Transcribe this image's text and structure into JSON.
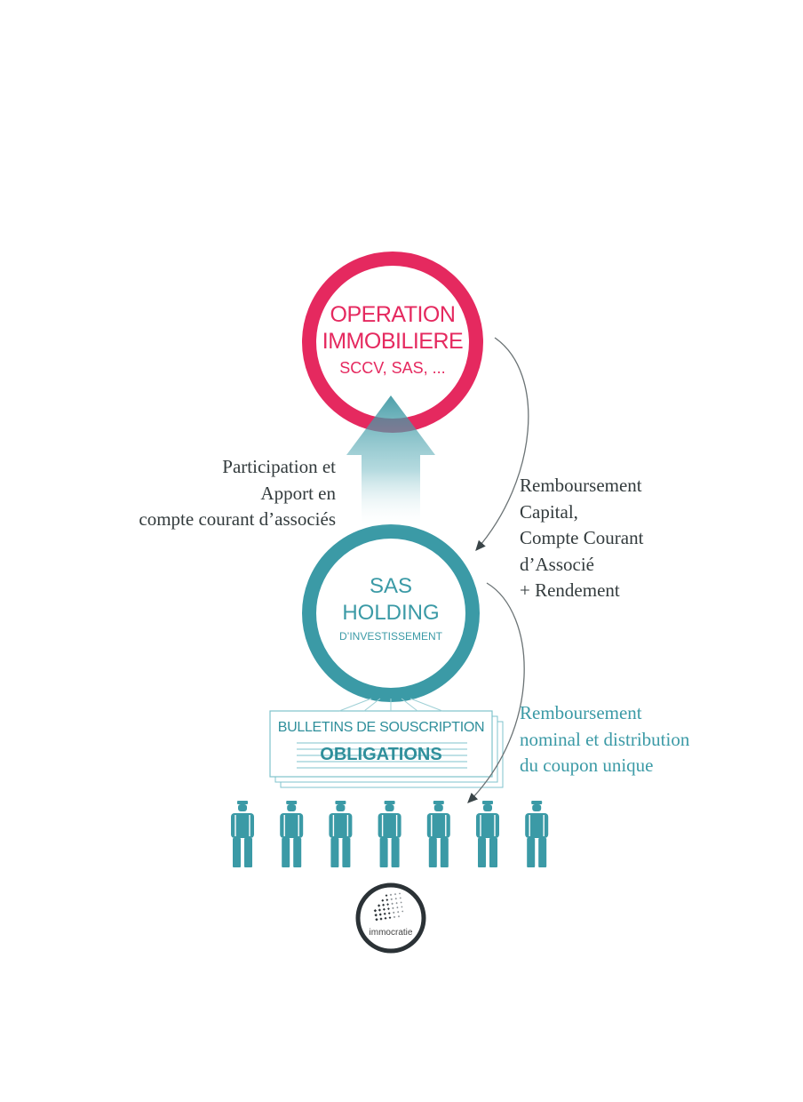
{
  "operation": {
    "line1": "OPERATION",
    "line2": "IMMOBILIERE",
    "line3": "SCCV, SAS, ..."
  },
  "sas": {
    "line1": "SAS",
    "line2": "HOLDING",
    "line3": "D’INVESTISSEMENT"
  },
  "participation": {
    "line1": "Participation et",
    "line2": "Apport en",
    "line3": "compte courant d’associés"
  },
  "remboursement_capital": {
    "line1": "Remboursement",
    "line2": "Capital,",
    "line3": "Compte Courant",
    "line4": "d’Associé",
    "line5": "+ Rendement"
  },
  "remboursement_nominal": {
    "line1": "Remboursement",
    "line2": "nominal et distribution",
    "line3": "du coupon unique"
  },
  "bulletins": {
    "line1": "BULLETINS DE SOUSCRIPTION",
    "line2": "OBLIGATIONS"
  },
  "logo": {
    "text": "immocratie"
  },
  "colors": {
    "pink": "#e5295f",
    "teal": "#3b9aa6",
    "dark_text": "#333b3d",
    "logo_ring": "#2b3236"
  },
  "investor_count": 7
}
